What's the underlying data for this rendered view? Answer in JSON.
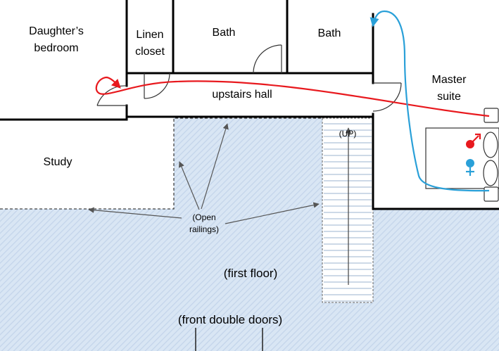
{
  "rooms": {
    "daughters_bedroom": [
      "Daughter’s",
      "bedroom"
    ],
    "linen_closet": [
      "Linen",
      "closet"
    ],
    "bath_left": "Bath",
    "bath_right": "Bath",
    "upstairs_hall": "upstairs hall",
    "master_suite": [
      "Master",
      "suite"
    ],
    "study": "Study"
  },
  "annotations": {
    "stairs": "(UP)",
    "open_railings": [
      "(Open",
      "railings)"
    ],
    "first_floor": "(first floor)",
    "front_doors": "(front double doors)"
  },
  "symbols": {
    "male": "♂",
    "female": "♀"
  },
  "colors": {
    "walls": "#000000",
    "open_area_fill": "#d9e6f4",
    "open_area_hatch": "#c3d4ea",
    "male_path": "#e8191e",
    "female_path": "#2aa0d8",
    "arrow": "#555555",
    "railing": "#444444"
  }
}
